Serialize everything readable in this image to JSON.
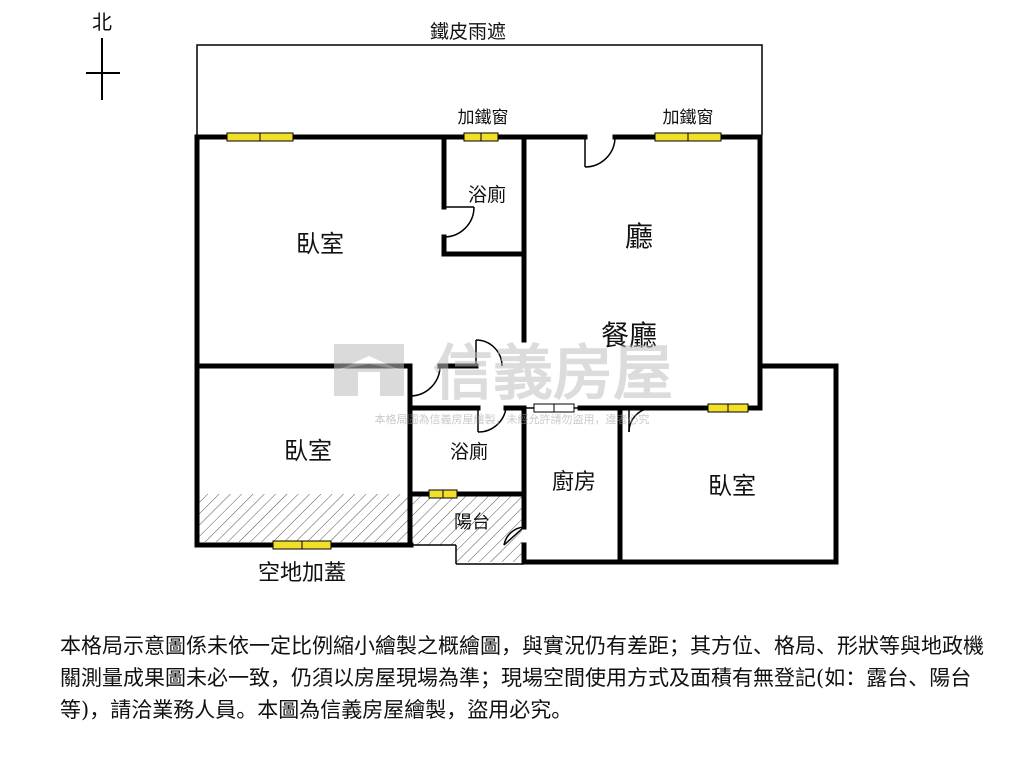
{
  "labels": {
    "north": "北",
    "canopy": "鐵皮雨遮",
    "window_left": "加鐵窗",
    "window_right": "加鐵窗",
    "bathroom_top": "浴廁",
    "bedroom_top": "臥室",
    "living": "廳",
    "dining": "餐廳",
    "bedroom_left": "臥室",
    "bathroom_mid": "浴廁",
    "kitchen": "廚房",
    "bedroom_right": "臥室",
    "balcony": "陽台",
    "extension": "空地加蓋"
  },
  "watermark": {
    "brand": "信義房屋",
    "notice": "本格局圖為信義房屋繪製，未經允許請勿盜用，違者必究"
  },
  "disclaimer": "本格局示意圖係未依一定比例縮小繪製之概繪圖，與實況仍有差距；其方位、格局、形狀等與地政機關測量成果圖未必一致，仍須以房屋現場為準；現場空間使用方式及面積有無登記(如：露台、陽台等)，請洽業務人員。本圖為信義房屋繪製，盜用必究。",
  "colors": {
    "wall": "#000000",
    "window": "#f2df2a",
    "watermark": "#c8c8c8"
  }
}
